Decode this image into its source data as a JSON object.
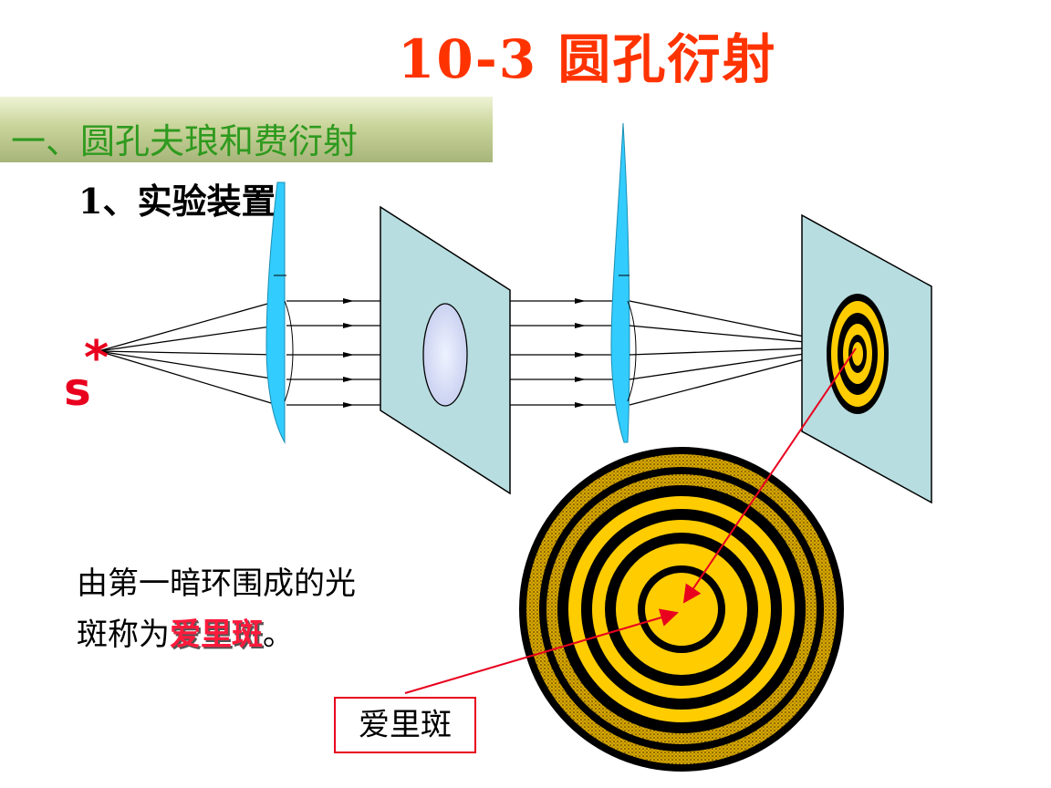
{
  "title": "10-3 圆孔衍射",
  "section_heading": "一、圆孔夫琅和费衍射",
  "subheading": "1、实验装置",
  "source_label": "s",
  "source_star": "*",
  "description_line1": "由第一暗环围成的光",
  "description_line2_prefix": "斑称为",
  "description_highlight": "爱里斑",
  "description_suffix": "。",
  "callout_label": "爱里斑",
  "colors": {
    "title": "#ff3300",
    "heading_text": "#2e9a1e",
    "highlight": "#ff1a3c",
    "lens": "#33ccff",
    "screen": "#b7dde0",
    "ring_yellow": "#ffcc00",
    "ring_black": "#000000",
    "arrow": "#e8001e"
  }
}
